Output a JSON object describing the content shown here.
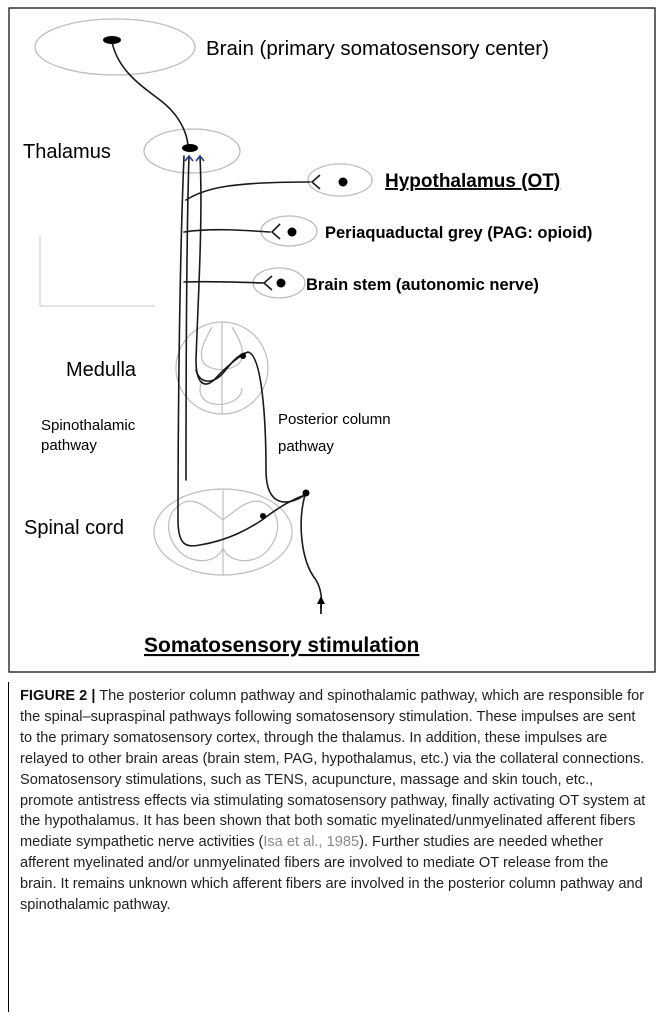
{
  "figure": {
    "labels": {
      "brain": "Brain (primary somatosensory center)",
      "thalamus": "Thalamus",
      "hypothalamus": "Hypothalamus (OT)",
      "pag": "Periaquaductal grey (PAG: opioid)",
      "brain_stem": "Brain stem (autonomic nerve)",
      "medulla": "Medulla",
      "spinothalamic_line1": "Spinothalamic",
      "spinothalamic_line2": "pathway",
      "posterior_line1": "Posterior column",
      "posterior_line2": "pathway",
      "spinal_cord": "Spinal cord",
      "stimulation": "Somatosensory stimulation"
    }
  },
  "caption": {
    "label": "FIGURE 2 |",
    "text_before_citation": " The posterior column pathway and spinothalamic pathway, which are responsible for the spinal–supraspinal pathways following somatosensory stimulation. These impulses are sent to the primary somatosensory cortex, through the thalamus. In addition, these impulses are relayed to other brain areas (brain stem, PAG, hypothalamus, etc.) via the collateral connections. Somatosensory stimulations, such as TENS, acupuncture, massage and skin touch, etc., promote antistress effects via stimulating somatosensory pathway, finally activating OT system at the hypothalamus. It has been shown that both somatic myelinated/unmyelinated afferent fibers mediate sympathetic nerve activities (",
    "citation": "Isa et al., 1985",
    "text_after_citation": "). Further studies are needed whether afferent myelinated and/or unmyelinated fibers are involved to mediate OT release from the brain. It remains unknown which afferent fibers are involved in the posterior column pathway and spinothalamic pathway."
  }
}
